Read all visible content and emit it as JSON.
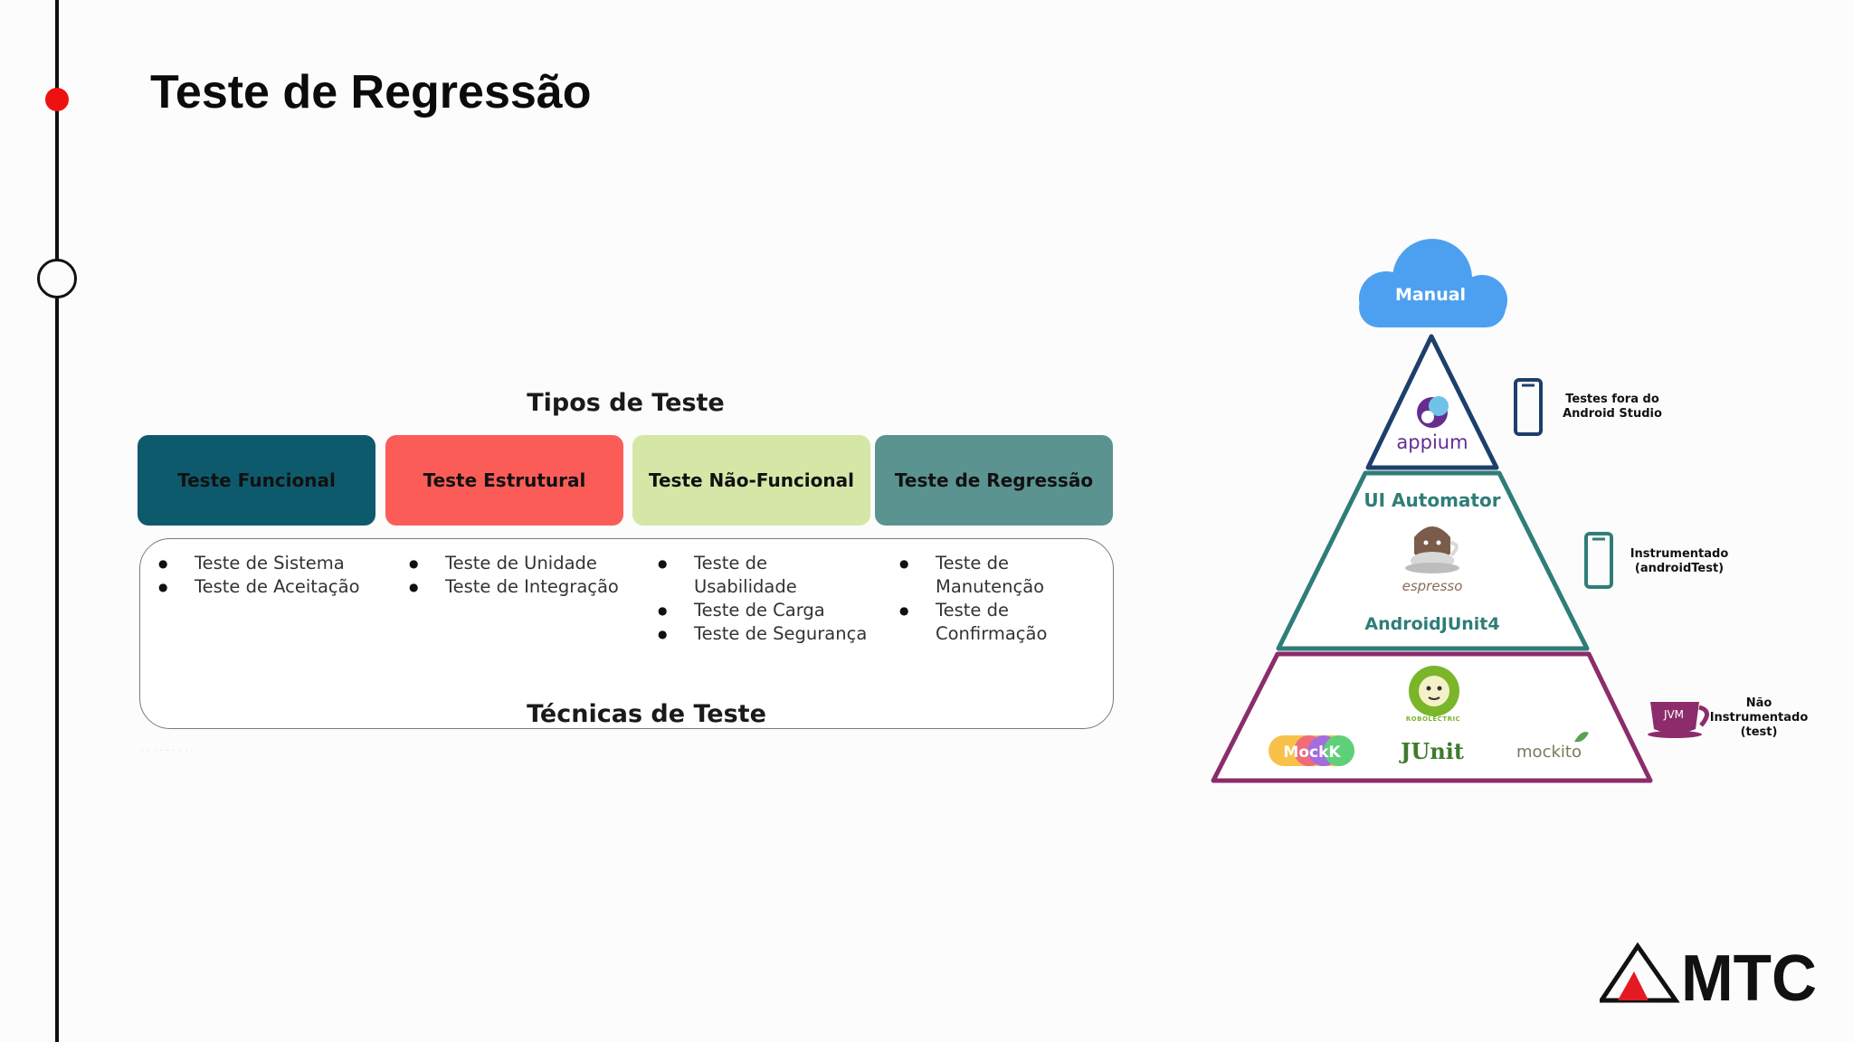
{
  "slide": {
    "title": "Teste de Regressão",
    "tipos_heading": "Tipos de Teste",
    "tecnicas_heading": "Técnicas  de Teste",
    "footnote": ". . . . . . . ."
  },
  "test_types": [
    {
      "label": "Teste Funcional",
      "color": "#0e5a6d",
      "items": [
        "Teste de Sistema",
        "Teste de Aceitação"
      ]
    },
    {
      "label": "Teste Estrutural",
      "color": "#fc5c58",
      "items": [
        "Teste de Unidade",
        "Teste de Integração"
      ]
    },
    {
      "label": "Teste Não-Funcional",
      "color": "#d6e6a6",
      "items": [
        "Teste de Usabilidade",
        "Teste de Carga",
        "Teste de Segurança"
      ]
    },
    {
      "label": "Teste de Regressão",
      "color": "#5a9390",
      "items": [
        "Teste de Manutenção",
        "Teste de Confirmação"
      ]
    }
  ],
  "pyramid": {
    "cloud_label": "Manual",
    "top_tier": {
      "tool": "appium",
      "side_label": [
        "Testes fora do",
        "Android Studio"
      ]
    },
    "middle_tier": {
      "tools": [
        "UI Automator",
        "espresso",
        "AndroidJUnit4"
      ],
      "side_label": [
        "Instrumentado",
        "(androidTest)"
      ]
    },
    "bottom_tier": {
      "tools": [
        "ROBOLECTRIC",
        "MockK",
        "JUnit",
        "mockito"
      ],
      "badge": "JVM",
      "side_label": [
        "Não",
        "Instrumentado",
        "(test)"
      ]
    },
    "colors": {
      "cloud": "#4da0f0",
      "top": "#1d3f6b",
      "middle": "#2f7d78",
      "bottom": "#8c2c6b",
      "ui_automator": "#2f7d78",
      "appium": "#662d91",
      "robolectric": "#7ab52a",
      "junit": "#3f7a2c"
    }
  },
  "logo": {
    "text": "MTC",
    "accent": "#e21b23"
  }
}
